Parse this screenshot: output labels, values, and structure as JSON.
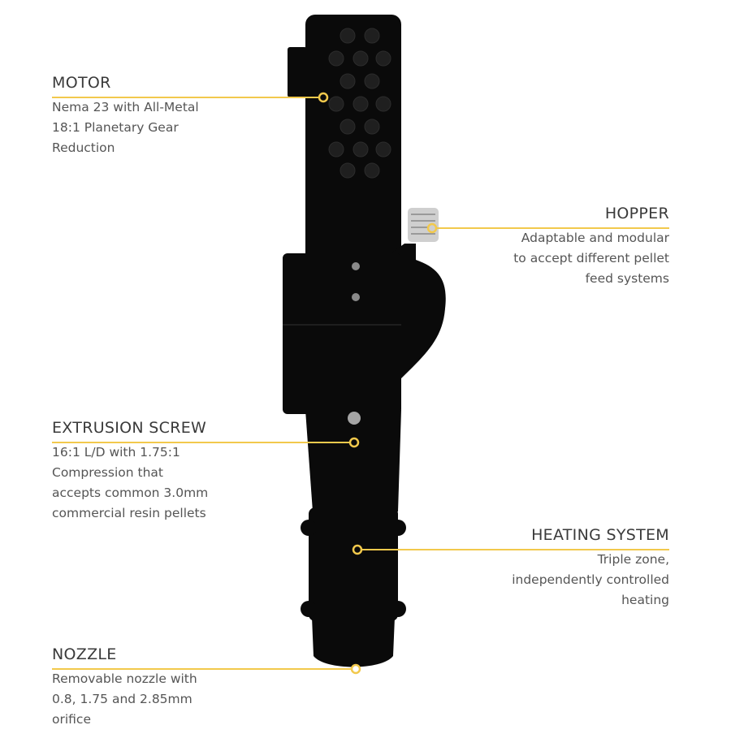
{
  "colors": {
    "accent": "#f2c94c",
    "device": "#0a0a0a"
  },
  "callouts": {
    "motor": {
      "title": "MOTOR",
      "description": "Nema 23 with All-Metal\n18:1 Planetary Gear\nReduction"
    },
    "hopper": {
      "title": "HOPPER",
      "description": "Adaptable and modular\nto accept different pellet\nfeed systems"
    },
    "extrusion_screw": {
      "title": "EXTRUSION SCREW",
      "description": "16:1 L/D with 1.75:1\nCompression that\naccepts common 3.0mm\ncommercial resin pellets"
    },
    "heating_system": {
      "title": "HEATING SYSTEM",
      "description": "Triple zone,\nindependently controlled\nheating"
    },
    "nozzle": {
      "title": "NOZZLE",
      "description": "Removable nozzle with\n0.8, 1.75 and 2.85mm\norifice"
    }
  }
}
